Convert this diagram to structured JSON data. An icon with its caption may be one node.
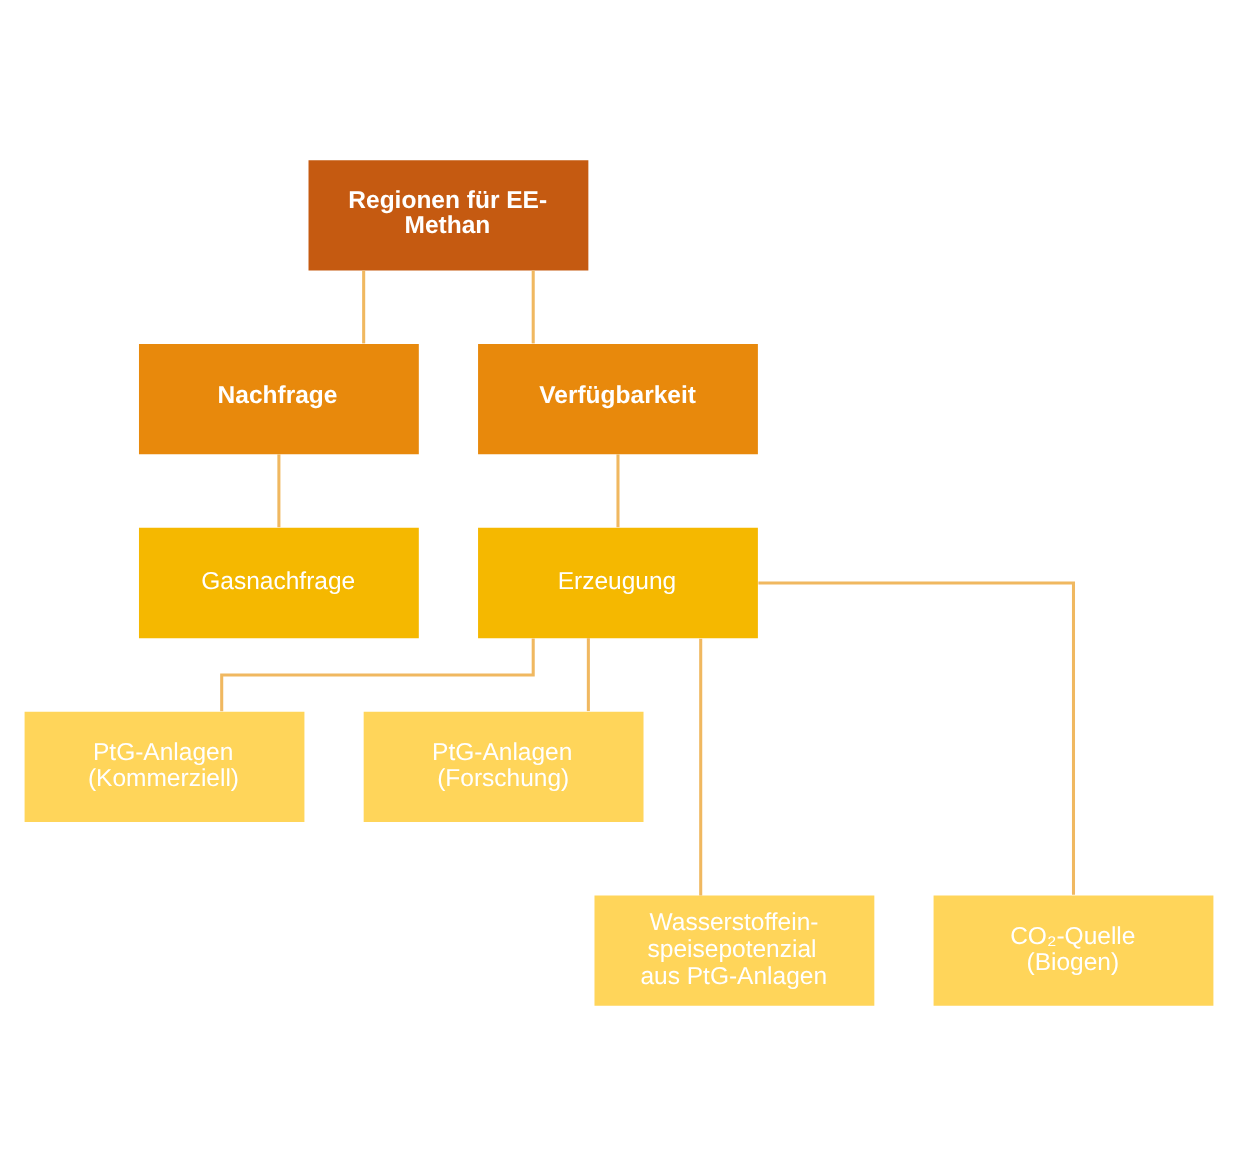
{
  "diagram": {
    "nodes": [
      {
        "text": [
          "Regionen für EE-Methan"
        ]
      },
      {
        "text": [
          "Nachfrage"
        ]
      },
      {
        "text": [
          "Verfügbarkeit"
        ]
      },
      {
        "text": [
          "Gasnachfrage"
        ]
      },
      {
        "text": [
          "Erzeugung"
        ]
      },
      {
        "text": [
          "PtG-Anlagen (Kommerziell)"
        ]
      },
      {
        "text": [
          "PtG-Anlagen (Forschung)"
        ]
      },
      {
        "text": [
          "Wasserstoffein-speisepotenzial aus PtG-Anlagen"
        ]
      },
      {
        "text": [
          "CO₂-Quelle (Biogen)"
        ]
      }
    ],
    "edges": [
      {
        "from": 0,
        "to": 1,
        "arrow": "none"
      },
      {
        "from": 0,
        "to": 2,
        "arrow": "none"
      },
      {
        "from": 1,
        "to": 3,
        "arrow": "none"
      },
      {
        "from": 2,
        "to": 4,
        "arrow": "none"
      },
      {
        "from": 4,
        "to": 5,
        "arrow": "none"
      },
      {
        "from": 4,
        "to": 6,
        "arrow": "none"
      },
      {
        "from": 4,
        "to": 7,
        "arrow": "none"
      },
      {
        "from": 4,
        "to": 8,
        "arrow": "none"
      }
    ]
  }
}
